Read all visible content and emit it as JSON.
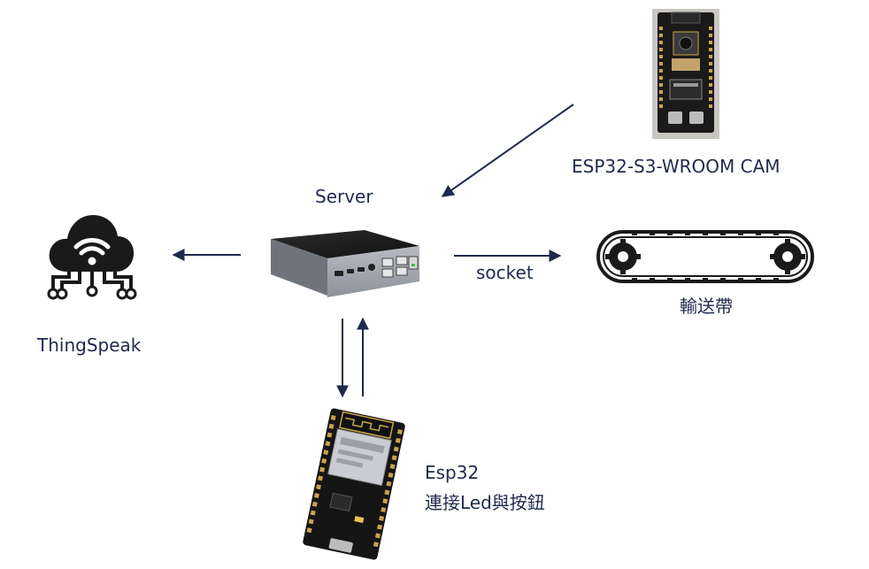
{
  "nodes": {
    "server": {
      "label": "Server"
    },
    "thingspeak": {
      "label": "ThingSpeak"
    },
    "camera": {
      "label": "ESP32-S3-WROOM CAM"
    },
    "conveyor": {
      "label": "輸送帶"
    },
    "esp32": {
      "line1": "Esp32",
      "line2": "連接Led與按鈕"
    }
  },
  "edges": {
    "socket_label": "socket"
  },
  "colors": {
    "arrow": "#1f2a4d",
    "text": "#1f2a4d",
    "icon": "#1a1a1a"
  }
}
